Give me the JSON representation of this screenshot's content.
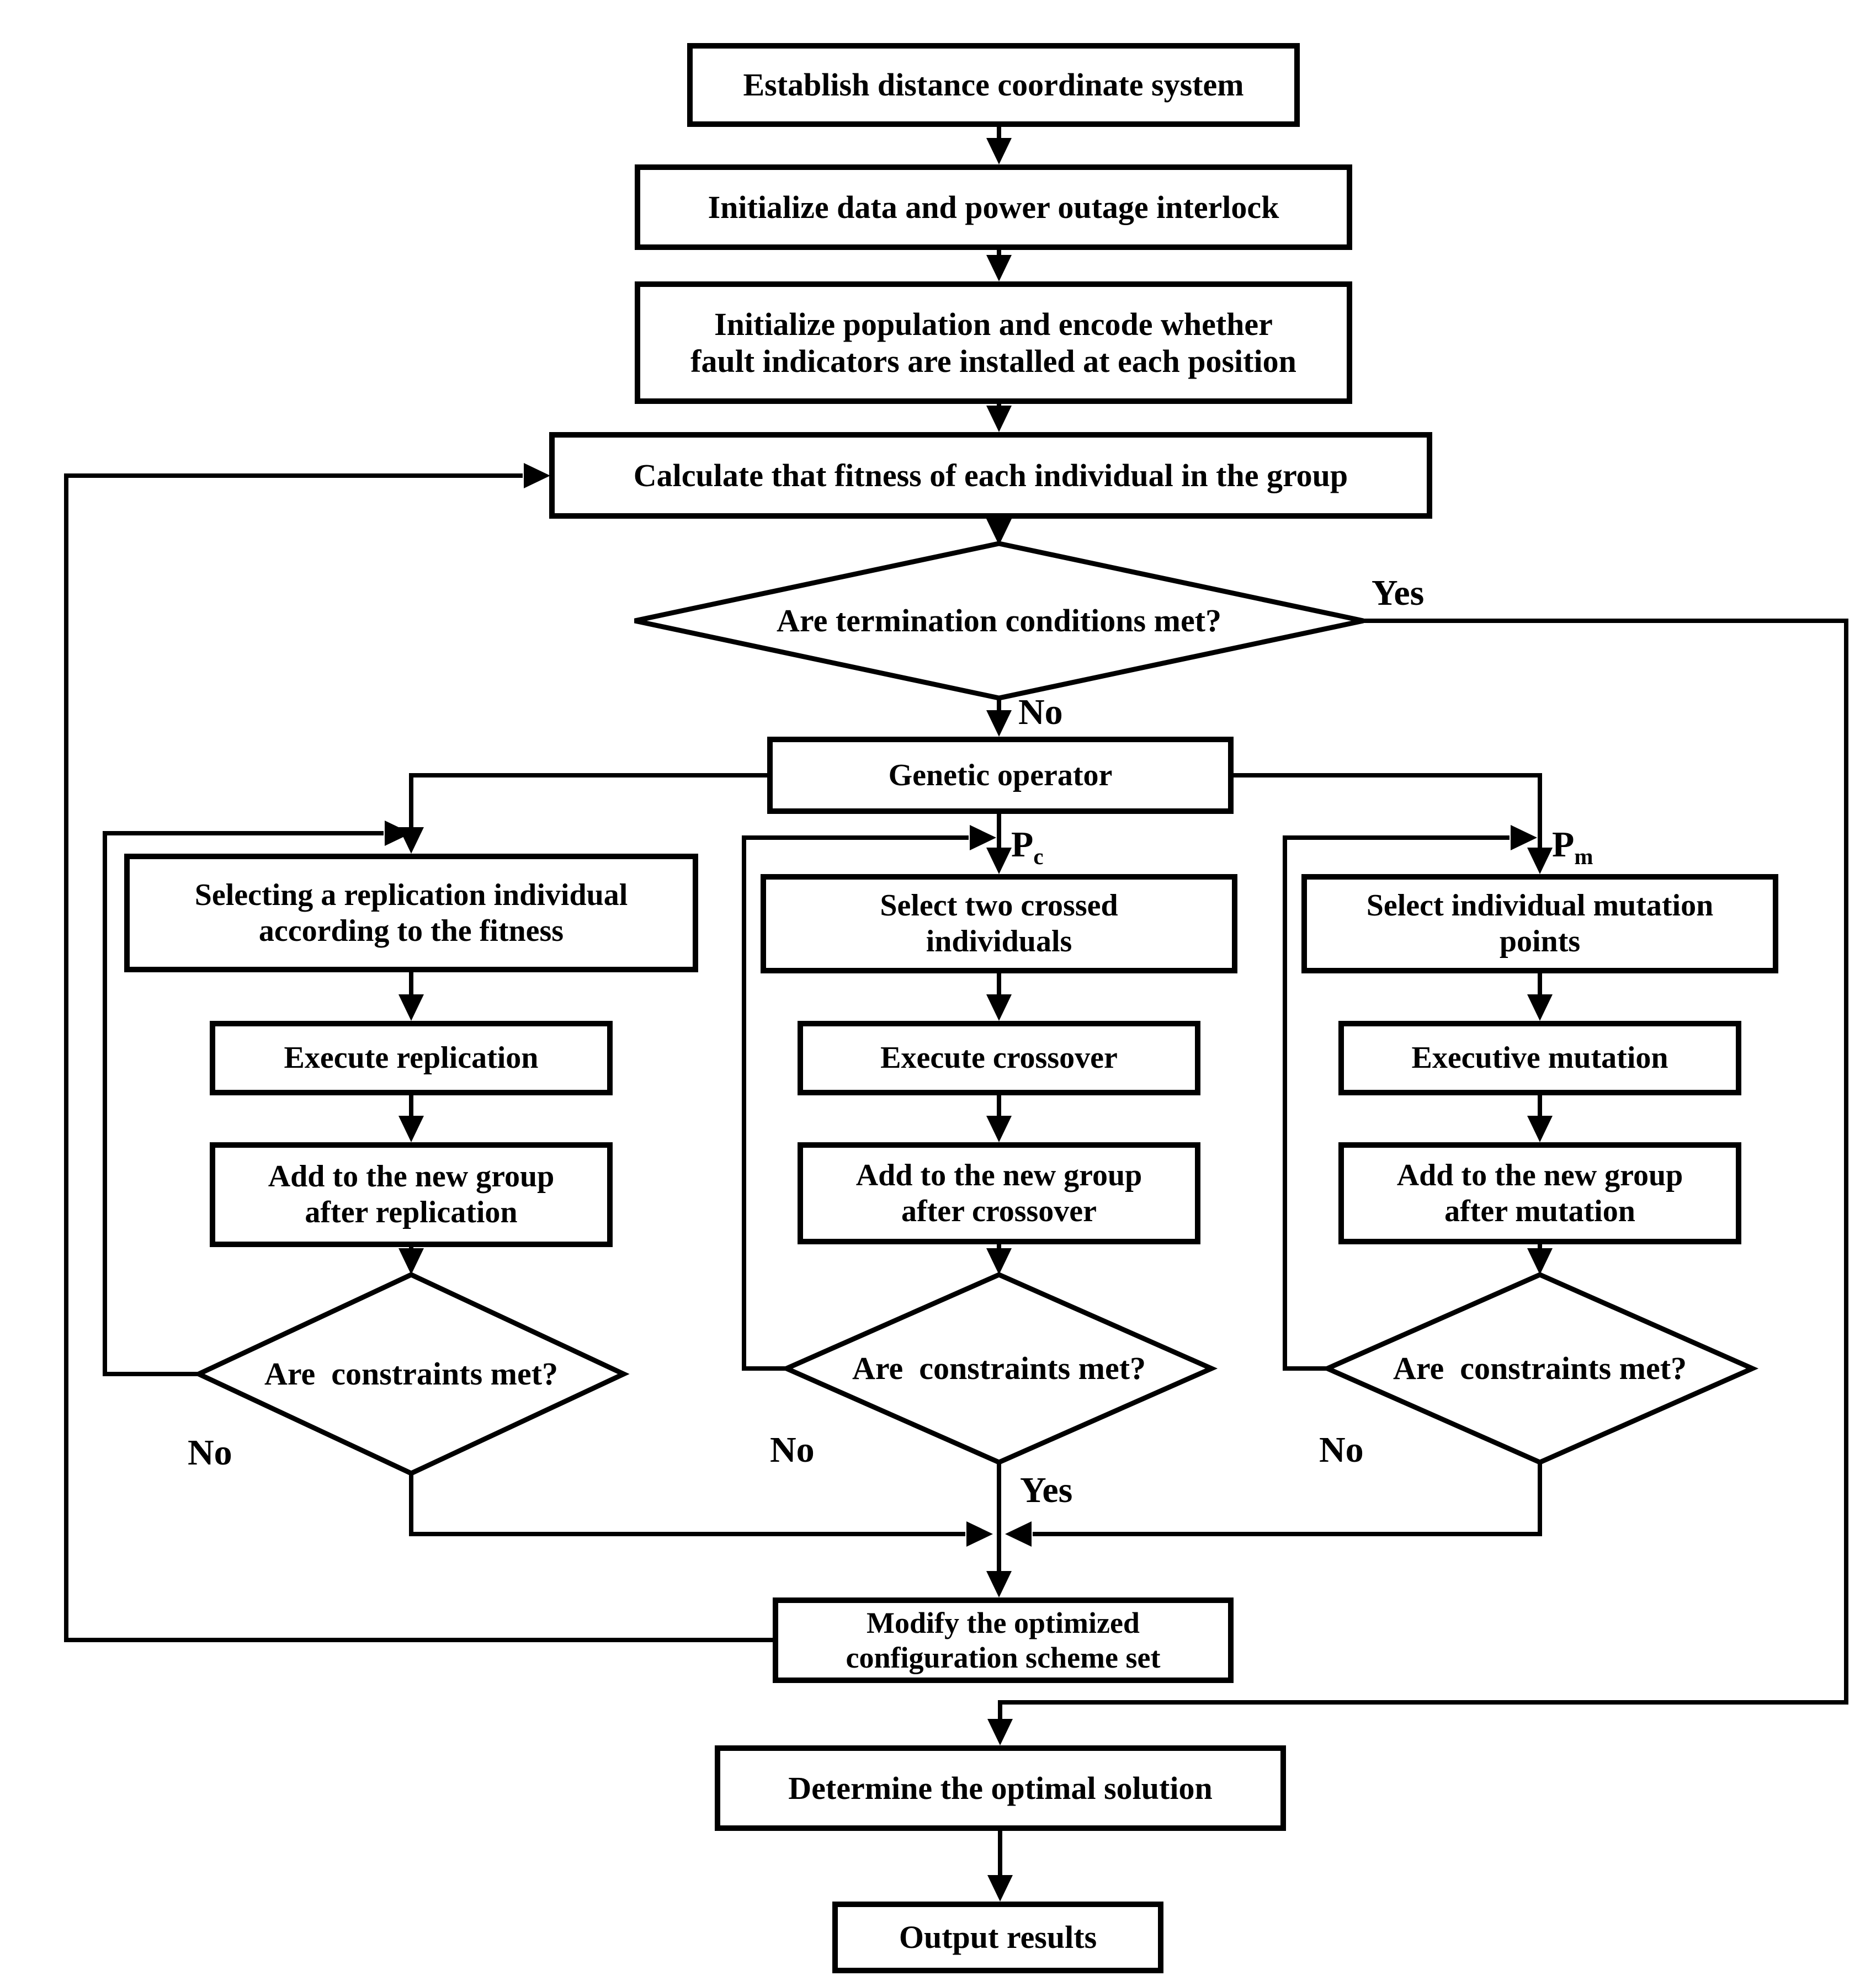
{
  "figure": {
    "background": "#ffffff",
    "line_color": "#000000",
    "nodes": {
      "establish": {
        "label": "Establish distance coordinate system"
      },
      "init_data": {
        "label": "Initialize data and power outage interlock"
      },
      "init_pop": {
        "line1": "Initialize population and encode whether",
        "line2": "fault indicators are installed at each position"
      },
      "calc_fitness": {
        "label": "Calculate that fitness of each individual in the group"
      },
      "termination": {
        "label": "Are termination conditions met?"
      },
      "genetic_operator": {
        "label": "Genetic operator"
      },
      "select_replication": {
        "line1": "Selecting a replication individual",
        "line2": "according to the fitness"
      },
      "execute_replication": {
        "label": "Execute replication"
      },
      "add_replication": {
        "line1": "Add to the new group",
        "line2": "after replication"
      },
      "constraints_replication": {
        "label": "Are  constraints met?"
      },
      "select_crossover": {
        "line1": "Select two crossed",
        "line2": "individuals"
      },
      "execute_crossover": {
        "label": "Execute crossover"
      },
      "add_crossover": {
        "line1": "Add to the new group",
        "line2": "after crossover"
      },
      "constraints_crossover": {
        "label": "Are  constraints met?"
      },
      "select_mutation": {
        "line1": "Select individual mutation",
        "line2": "points"
      },
      "execute_mutation": {
        "label": "Executive mutation"
      },
      "add_mutation": {
        "line1": "Add to the new group",
        "line2": "after mutation"
      },
      "constraints_mutation": {
        "label": "Are  constraints met?"
      },
      "modify": {
        "line1": "Modify the optimized",
        "line2": "configuration scheme set"
      },
      "determine": {
        "label": "Determine the optimal solution"
      },
      "output": {
        "label": "Output results"
      }
    },
    "edge_labels": {
      "yes_termination": "Yes",
      "no_termination": "No",
      "pc_base": "P",
      "pc_sub": "c",
      "pm_base": "P",
      "pm_sub": "m",
      "no_replication": "No",
      "no_crossover": "No",
      "no_mutation": "No",
      "yes_constraints": "Yes"
    }
  }
}
